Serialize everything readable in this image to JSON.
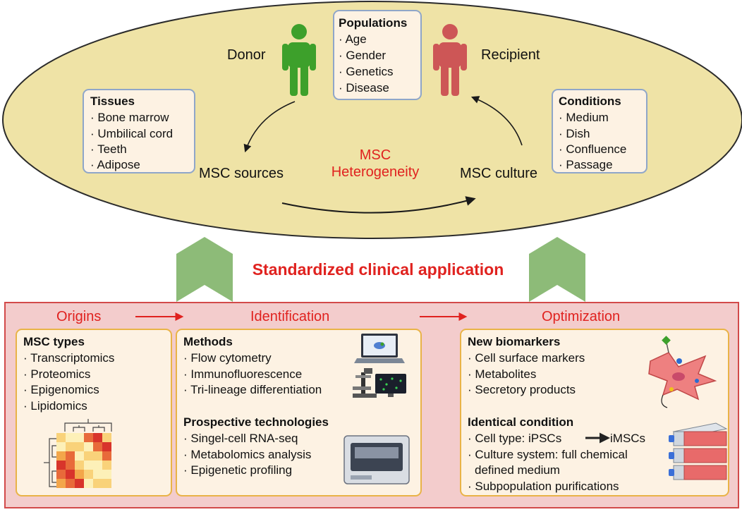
{
  "top": {
    "donor": "Donor",
    "recipient": "Recipient",
    "populations": {
      "title": "Populations",
      "items": [
        "· Age",
        "· Gender",
        "· Genetics",
        "· Disease"
      ]
    },
    "tissues": {
      "title": "Tissues",
      "items": [
        "· Bone marrow",
        "· Umbilical cord",
        "· Teeth",
        "· Adipose"
      ]
    },
    "conditions": {
      "title": "Conditions",
      "items": [
        "· Medium",
        "· Dish",
        "· Confluence",
        "· Passage"
      ]
    },
    "msc_sources": "MSC sources",
    "msc_culture": "MSC culture",
    "center_line1": "MSC",
    "center_line2": "Heterogeneity"
  },
  "banner": "Standardized clinical application",
  "bottom": {
    "origins": "Origins",
    "identification": "Identification",
    "optimization": "Optimization",
    "msc_types": {
      "title": "MSC types",
      "items": [
        "· Transcriptomics",
        "· Proteomics",
        "· Epigenomics",
        "· Lipidomics"
      ]
    },
    "methods": {
      "title": "Methods",
      "items": [
        "· Flow cytometry",
        "· Immunofluorescence",
        "· Tri-lineage differentiation"
      ]
    },
    "prospective": {
      "title": "Prospective technologies",
      "items": [
        "· Singel-cell RNA-seq",
        "· Metabolomics analysis",
        "· Epigenetic profiling"
      ]
    },
    "biomarkers": {
      "title": "New biomarkers",
      "items": [
        "· Cell surface markers",
        "· Metabolites",
        "· Secretory products"
      ]
    },
    "identical": {
      "title": "Identical condition",
      "cell_type_prefix": "· Cell type: iPSCs",
      "cell_type_target": "iMSCs",
      "culture_line1": "· Culture system: full chemical",
      "culture_line2": "defined medium",
      "subpop": "· Subpopulation purifications"
    }
  },
  "colors": {
    "ellipse_fill": "#efe3a6",
    "ellipse_stroke": "#2b2b2b",
    "box_fill": "#fdf2e3",
    "box_stroke": "#8fa6c9",
    "panel_fill": "#f3cccc",
    "panel_stroke": "#d24a4a",
    "inner_fill": "#fdf2e3",
    "inner_stroke": "#e9b347",
    "red_text": "#e0221f",
    "green_person": "#3da02b",
    "red_person": "#cd5656",
    "green_arrow": "#8dbb78"
  },
  "icons": [
    "donor-person-icon",
    "recipient-person-icon",
    "heatmap-dendrogram-icon",
    "laptop-icon",
    "microscope-icon",
    "sequencer-icon",
    "mesenchymal-cell-icon",
    "culture-flask-stack-icon"
  ]
}
